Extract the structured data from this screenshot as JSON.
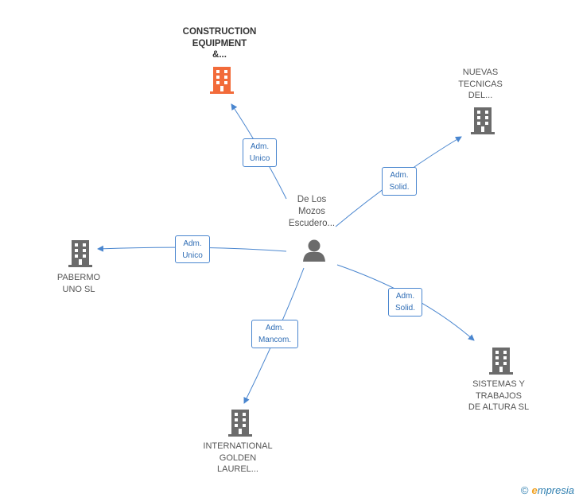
{
  "person": {
    "name": "De Los\nMozos\nEscudero..."
  },
  "companies": [
    {
      "id": "construction",
      "name": "CONSTRUCTION\nEQUIPMENT\n&...",
      "highlight": true
    },
    {
      "id": "nuevas",
      "name": "NUEVAS\nTECNICAS\nDEL...",
      "highlight": false
    },
    {
      "id": "pabermo",
      "name": "PABERMO\nUNO  SL",
      "highlight": false
    },
    {
      "id": "sistemas",
      "name": "SISTEMAS Y\nTRABAJOS\nDE ALTURA SL",
      "highlight": false
    },
    {
      "id": "international",
      "name": "INTERNATIONAL\nGOLDEN\nLAUREL...",
      "highlight": false
    }
  ],
  "relations": [
    {
      "target": "construction",
      "role": "Adm.\nUnico"
    },
    {
      "target": "nuevas",
      "role": "Adm.\nSolid."
    },
    {
      "target": "pabermo",
      "role": "Adm.\nUnico"
    },
    {
      "target": "sistemas",
      "role": "Adm.\nSolid."
    },
    {
      "target": "international",
      "role": "Adm.\nMancom."
    }
  ],
  "colors": {
    "edge": "#4a86cf",
    "building_default": "#6b6b6b",
    "building_highlight": "#f26b3a",
    "person": "#6b6b6b"
  },
  "watermark": {
    "copyright_symbol": "©",
    "brand_initial": "e",
    "brand_rest": "mpresia"
  }
}
